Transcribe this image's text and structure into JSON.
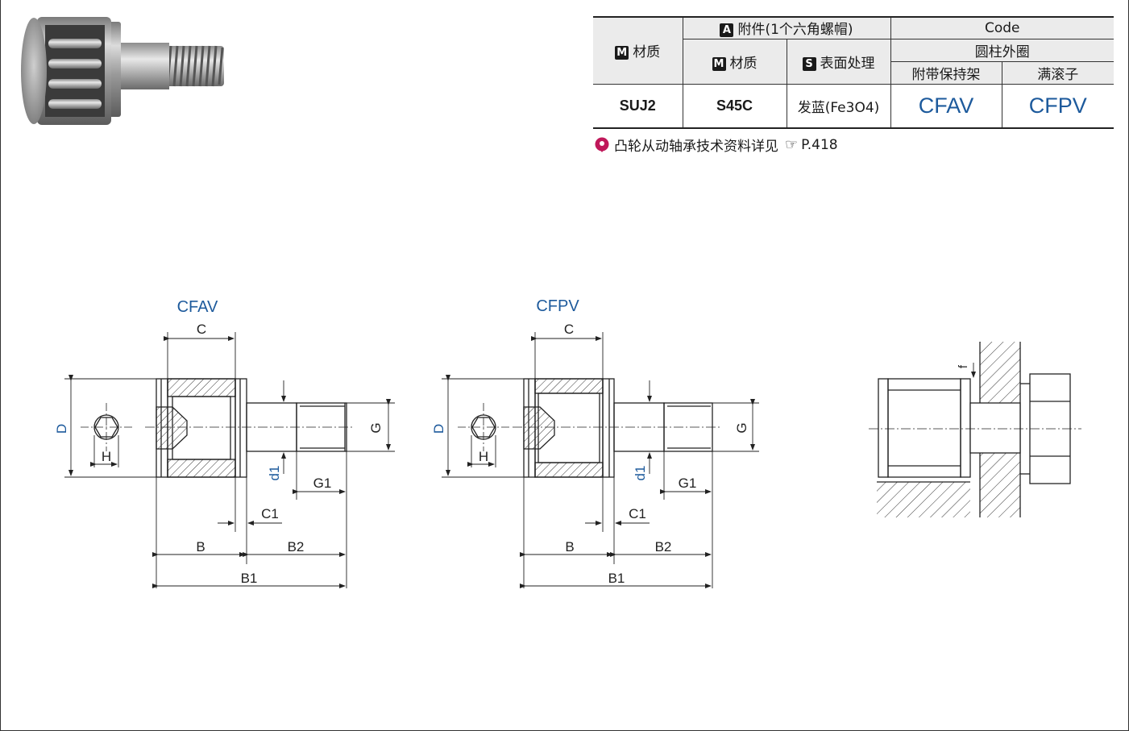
{
  "table": {
    "col_material": "材质",
    "accessory_header": "附件(1个六角螺帽)",
    "acc_material": "材质",
    "acc_surface": "表面处理",
    "code_header": "Code",
    "code_sub": "圆柱外圈",
    "code_col1": "附带保持架",
    "code_col2": "满滚子",
    "row_material": "SUJ2",
    "row_acc_material": "S45C",
    "row_surface": "发蓝(Fe3O4)",
    "row_code1": "CFAV",
    "row_code2": "CFPV",
    "badge_m": "M",
    "badge_a": "A",
    "badge_s": "S"
  },
  "note": {
    "text": "凸轮从动轴承技术资料详见",
    "ref": "P.418",
    "hand_symbol": "☞"
  },
  "drawings": {
    "cfav_title": "CFAV",
    "cfpv_title": "CFPV",
    "labels": {
      "C": "C",
      "D": "D",
      "H": "H",
      "G": "G",
      "d1": "d1",
      "G1": "G1",
      "C1": "C1",
      "B": "B",
      "B2": "B2",
      "B1": "B1",
      "f": "f"
    }
  },
  "colors": {
    "accent_blue": "#1d5a9c",
    "note_icon": "#c0185a",
    "line": "#222222"
  },
  "icons": {
    "note_icon": "map-pin-icon",
    "ref_icon": "pointing-hand-icon"
  }
}
